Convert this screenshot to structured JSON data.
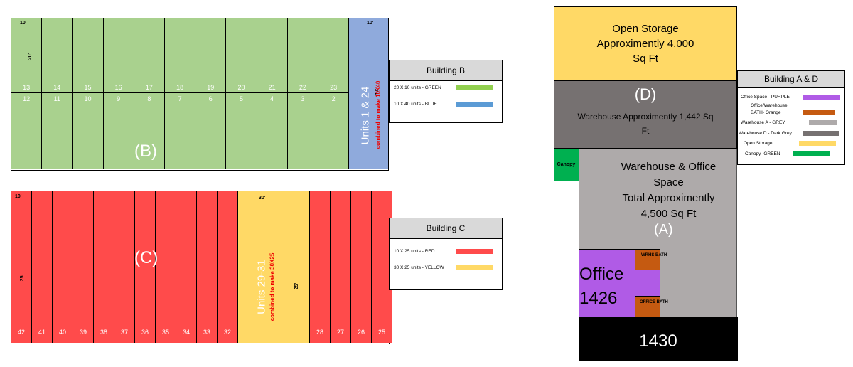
{
  "building_b": {
    "top_units": [
      "13",
      "14",
      "15",
      "16",
      "17",
      "18",
      "19",
      "20",
      "21",
      "22",
      "23"
    ],
    "bottom_units": [
      "12",
      "11",
      "10",
      "9",
      "8",
      "7",
      "6",
      "5",
      "4",
      "3",
      "2"
    ],
    "dim_width": "10'",
    "dim_height": "20'",
    "blue_dim_width": "10'",
    "blue_dim_height": "40'",
    "letter": "(B)",
    "combined_title": "Units 1 & 24",
    "combined_note": "combined to make 10X40",
    "colors": {
      "green": "#a9d18e",
      "blue": "#8faadc"
    }
  },
  "legend_b": {
    "title": "Building  B",
    "rows": [
      {
        "label": "20 X 10 units - GREEN",
        "color": "#92d050"
      },
      {
        "label": "10 X 40 units - BLUE",
        "color": "#5b9bd5"
      }
    ]
  },
  "building_c": {
    "left_units": [
      "42",
      "41",
      "40",
      "39",
      "38",
      "37",
      "36",
      "35",
      "34",
      "33",
      "32"
    ],
    "right_units": [
      "28",
      "27",
      "26",
      "25"
    ],
    "dim_width": "10'",
    "dim_height": "25'",
    "yellow_dim_width": "30'",
    "yellow_dim_height": "25'",
    "letter": "(C)",
    "combined_title": "Units 29-31",
    "combined_note": "combined to make 30X25",
    "colors": {
      "red": "#ff4b4b",
      "yellow": "#ffd966"
    }
  },
  "legend_c": {
    "title": "Building  C",
    "rows": [
      {
        "label": "10 X 25 units - RED",
        "color": "#ff4b4b"
      },
      {
        "label": "30 X 25 units - YELLOW",
        "color": "#ffd966"
      }
    ]
  },
  "site_plan": {
    "open_storage": [
      "Open Storage",
      "Approximently 4,000",
      "Sq Ft"
    ],
    "warehouse_d_letter": "(D)",
    "warehouse_d": [
      "Warehouse Approximently 1,442 Sq",
      "Ft"
    ],
    "canopy": "Canopy",
    "warehouse_a": [
      "Warehouse & Office",
      "Space",
      "Total Approximently",
      "4,500 Sq Ft"
    ],
    "warehouse_a_letter": "(A)",
    "office": [
      "Office",
      "1426"
    ],
    "wrhs_bath": "WRHS BATH",
    "office_bath": "OFFICE BATH",
    "unit_1430": "1430",
    "colors": {
      "open_storage": "#ffd966",
      "warehouse_d": "#767171",
      "warehouse_a": "#aeaaaa",
      "office": "#b05be6",
      "bath": "#c55a11",
      "canopy": "#00b050",
      "unit_1430": "#000000"
    }
  },
  "legend_ad": {
    "title": "Building A & D",
    "rows": [
      {
        "label": "Office Space - PURPLE",
        "color": "#b05be6"
      },
      {
        "label": "Office/Warehouse",
        "color": ""
      },
      {
        "label": "BATH- Orange",
        "color": "#c55a11"
      },
      {
        "label": "Warehouse A - GREY",
        "color": "#aeaaaa"
      },
      {
        "label": "Warehouse D - Dark Grey",
        "color": "#767171"
      },
      {
        "label": "Open Storage",
        "color": "#ffd966"
      },
      {
        "label": "Canopy- GREEN",
        "color": "#00b050"
      }
    ]
  }
}
